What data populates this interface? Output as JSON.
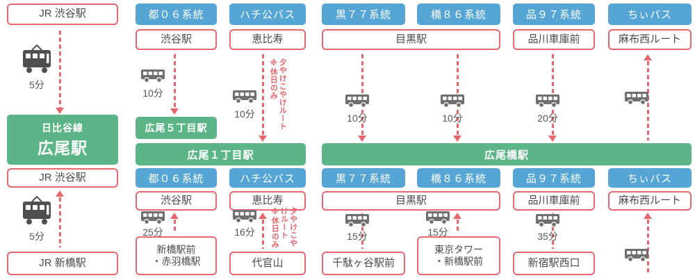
{
  "colors": {
    "accent_pink": "#E8666D",
    "line_blue": "#55A6D5",
    "station_green": "#5CB586",
    "icon_gray": "#6F6F6F"
  },
  "rail": {
    "top_origin": "JR 渋谷駅",
    "top_time": "5分",
    "station_line": "日比谷線",
    "station_name": "広尾駅",
    "bottom_direction": "JR 渋谷駅",
    "bottom_time": "5分",
    "bottom_origin": "JR 新橋駅"
  },
  "stations": {
    "hiroo5": "広尾５丁目駅",
    "hiroo1": "広尾１丁目駅",
    "hiroobashi": "広尾橋駅"
  },
  "spans": {
    "meguro_top": "目黒駅",
    "meguro_bottom": "目黒駅"
  },
  "note": {
    "route": "夕やけこやけルート",
    "caution": "※休日のみ"
  },
  "top_routes": [
    {
      "system": "都０６系統",
      "origin": "渋谷駅",
      "time": "10分"
    },
    {
      "system": "ハチ公バス",
      "origin": "恵比寿",
      "time": "10分"
    },
    {
      "system": "黒７７系統",
      "time": "10分"
    },
    {
      "system": "橋８６系統",
      "time": "10分"
    },
    {
      "system": "品９７系統",
      "origin": "品川車庫前",
      "time": "20分"
    },
    {
      "system": "ちぃバス",
      "origin": "麻布西ルート"
    }
  ],
  "bottom_routes": [
    {
      "system": "都０６系統",
      "direction": "渋谷駅",
      "time": "25分",
      "origin_lines": [
        "新橋駅前",
        "・赤羽橋駅"
      ]
    },
    {
      "system": "ハチ公バス",
      "direction": "恵比寿",
      "time": "16分",
      "origin": "代官山"
    },
    {
      "system": "黒７７系統",
      "time": "15分",
      "origin": "千駄ヶ谷駅前"
    },
    {
      "system": "橋８６系統",
      "time": "15分",
      "origin_lines": [
        "東京タワー",
        "・新橋駅前"
      ]
    },
    {
      "system": "品９７系統",
      "direction": "品川車庫前",
      "time": "35分",
      "origin": "新宿駅西口"
    },
    {
      "system": "ちぃバス",
      "direction": "麻布西ルート"
    }
  ]
}
